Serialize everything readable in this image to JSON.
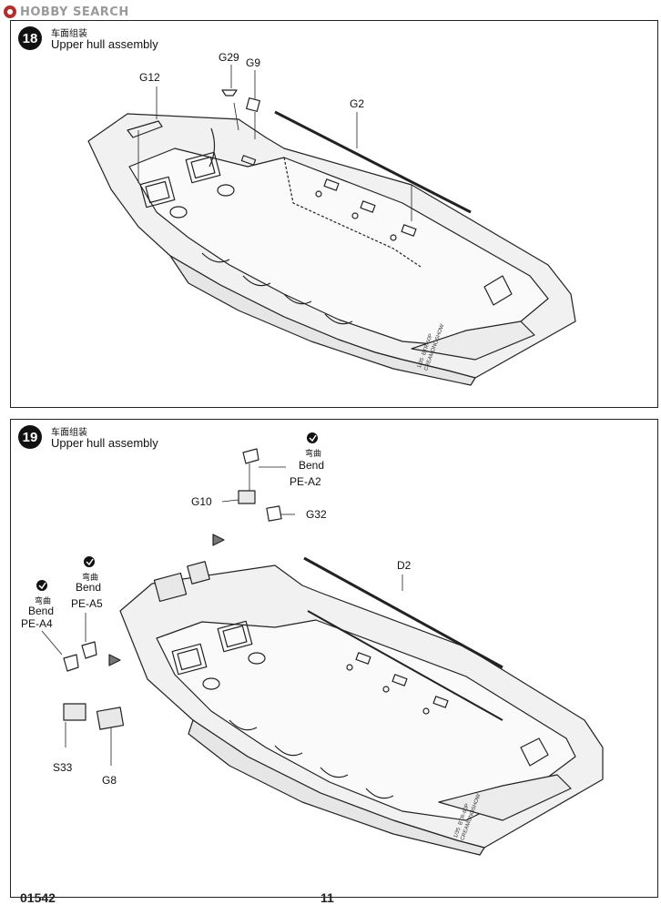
{
  "watermark": {
    "text": "HOBBY SEARCH"
  },
  "steps": [
    {
      "number": "18",
      "title_cn": "车面组装",
      "title_en": "Upper hull assembly",
      "parts": [
        "G29",
        "G9",
        "G12",
        "G2"
      ],
      "hull_markings": [
        "1/35",
        "BTR-60P",
        "CREAMONOSHOW"
      ]
    },
    {
      "number": "19",
      "title_cn": "车面组装",
      "title_en": "Upper hull assembly",
      "bend_cn": "弯曲",
      "bend_en": "Bend",
      "parts": [
        "PE-A2",
        "G10",
        "G32",
        "D2",
        "PE-A5",
        "PE-A4",
        "S33",
        "G8"
      ],
      "hull_markings": [
        "1/35",
        "BTR-60P",
        "CREAMONOSHOW"
      ]
    }
  ],
  "footer": {
    "left": "01542",
    "page": "11"
  }
}
